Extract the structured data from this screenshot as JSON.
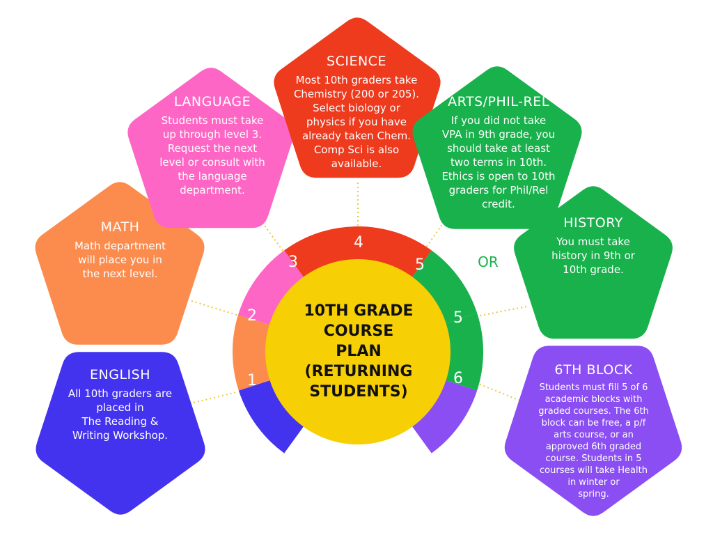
{
  "colors": {
    "english": "#4433ee",
    "math": "#fb8c4d",
    "language": "#fd66c4",
    "science": "#ee3a1d",
    "arts": "#18b14b",
    "history": "#18b14b",
    "sixth_block": "#8a4ef2",
    "center": "#f7cf05",
    "connector": "#e8c93a"
  },
  "center": {
    "title": "10TH GRADE\nCOURSE\nPLAN\n(RETURNING\nSTUDENTS)"
  },
  "or_label": "OR",
  "numbers": [
    "1",
    "2",
    "3",
    "4",
    "5",
    "5",
    "6"
  ],
  "panels": {
    "english": {
      "title": "ENGLISH",
      "text": "All 10th graders are\nplaced in\nThe Reading &\nWriting Workshop."
    },
    "math": {
      "title": "MATH",
      "text": "Math department\nwill place you in\nthe next level."
    },
    "language": {
      "title": "LANGUAGE",
      "text": "Students must take\nup through level 3.\nRequest the next\nlevel or consult with\nthe language\ndepartment."
    },
    "science": {
      "title": "SCIENCE",
      "text": "Most 10th graders take\nChemistry (200 or 205).\nSelect biology or\nphysics if you have\nalready taken Chem.\nComp Sci is also\navailable."
    },
    "arts": {
      "title": "ARTS/PHIL-REL",
      "text": "If you did not take\nVPA in 9th grade, you\nshould take at least\ntwo terms in 10th.\nEthics is open to 10th\ngraders for Phil/Rel\ncredit."
    },
    "history": {
      "title": "HISTORY",
      "text": "You must take\nhistory in 9th or\n10th grade."
    },
    "sixth_block": {
      "title": "6TH BLOCK",
      "text": "Students must fill 5 of 6\nacademic blocks with\ngraded courses. The 6th\nblock can be free, a p/f\narts course, or an\napproved 6th graded\ncourse. Students in 5\ncourses will take Health\nin winter or\nspring."
    }
  }
}
